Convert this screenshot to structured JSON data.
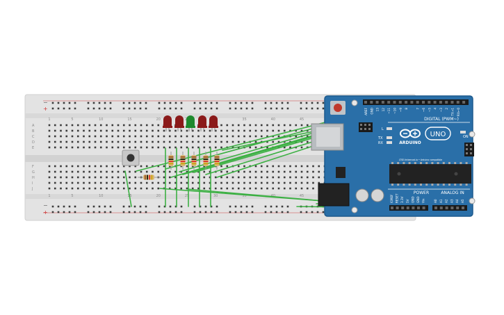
{
  "breadboard": {
    "row_letters_top": [
      "A",
      "B",
      "C",
      "D",
      "E"
    ],
    "row_letters_bottom": [
      "F",
      "G",
      "H",
      "I",
      "J"
    ],
    "column_numbers": [
      "1",
      "5",
      "10",
      "15",
      "20",
      "25",
      "30",
      "35",
      "40",
      "45"
    ],
    "rail_plus": "+",
    "rail_minus": "−"
  },
  "components": {
    "leds": [
      {
        "color": "#8b1a1a"
      },
      {
        "color": "#8b1a1a"
      },
      {
        "color": "#1e8a2e"
      },
      {
        "color": "#8b1a1a"
      },
      {
        "color": "#8b1a1a"
      }
    ],
    "resistor_count": 6,
    "button_count": 1
  },
  "arduino": {
    "logo_text": "ARDUINO",
    "model_text": "UNO",
    "digital_header_label": "DIGITAL (PWM~)",
    "power_label": "POWER",
    "analog_label": "ANALOG IN",
    "on_label": "ON",
    "led_labels": [
      "L",
      "TX",
      "RX"
    ],
    "digital_pins": [
      "AREF",
      "GND",
      "13",
      "12",
      "~11",
      "~10",
      "~9",
      "8",
      "7",
      "~6",
      "~5",
      "4",
      "~3",
      "2",
      "TX→1",
      "RX←0"
    ],
    "power_pins": [
      "IOREF",
      "RESET",
      "3.3V",
      "5V",
      "GND",
      "GND",
      "Vin"
    ],
    "analog_pins": [
      "A0",
      "A1",
      "A2",
      "A3",
      "A4",
      "A5"
    ],
    "compat_text": "LTSE.tinkercad.io • Arduino compatible",
    "colors": {
      "board": "#2a6fa8",
      "board_edge": "#1d5a8d",
      "silk": "#ffffff"
    }
  },
  "wires": {
    "color": "#3cb043"
  }
}
